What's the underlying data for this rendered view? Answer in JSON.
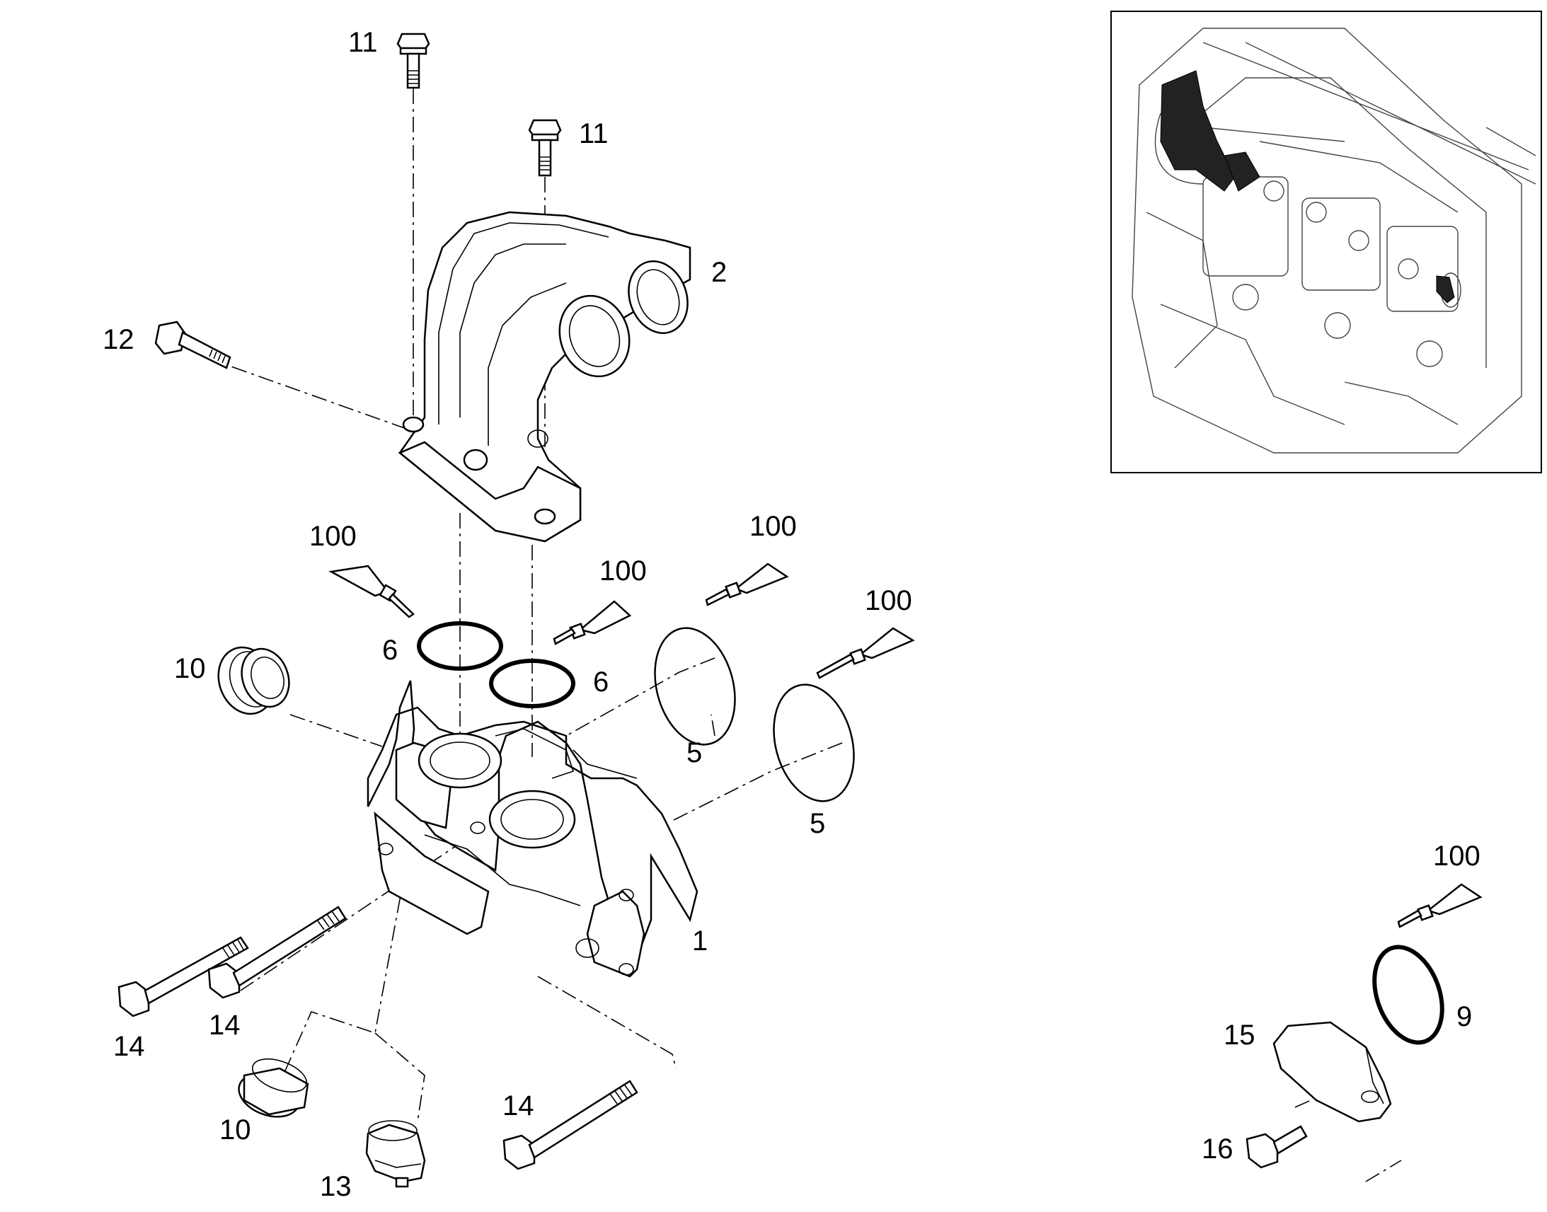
{
  "diagram": {
    "callouts": [
      {
        "id": "c11a",
        "text": "11"
      },
      {
        "id": "c11b",
        "text": "11"
      },
      {
        "id": "c2",
        "text": "2"
      },
      {
        "id": "c12",
        "text": "12"
      },
      {
        "id": "c100a",
        "text": "100"
      },
      {
        "id": "c100b",
        "text": "100"
      },
      {
        "id": "c100c",
        "text": "100"
      },
      {
        "id": "c100d",
        "text": "100"
      },
      {
        "id": "c100e",
        "text": "100"
      },
      {
        "id": "c6a",
        "text": "6"
      },
      {
        "id": "c6b",
        "text": "6"
      },
      {
        "id": "c10a",
        "text": "10"
      },
      {
        "id": "c5a",
        "text": "5"
      },
      {
        "id": "c5b",
        "text": "5"
      },
      {
        "id": "c1",
        "text": "1"
      },
      {
        "id": "c14a",
        "text": "14"
      },
      {
        "id": "c14b",
        "text": "14"
      },
      {
        "id": "c14c",
        "text": "14"
      },
      {
        "id": "c10b",
        "text": "10"
      },
      {
        "id": "c13",
        "text": "13"
      },
      {
        "id": "c15",
        "text": "15"
      },
      {
        "id": "c9",
        "text": "9"
      },
      {
        "id": "c16",
        "text": "16"
      }
    ]
  }
}
